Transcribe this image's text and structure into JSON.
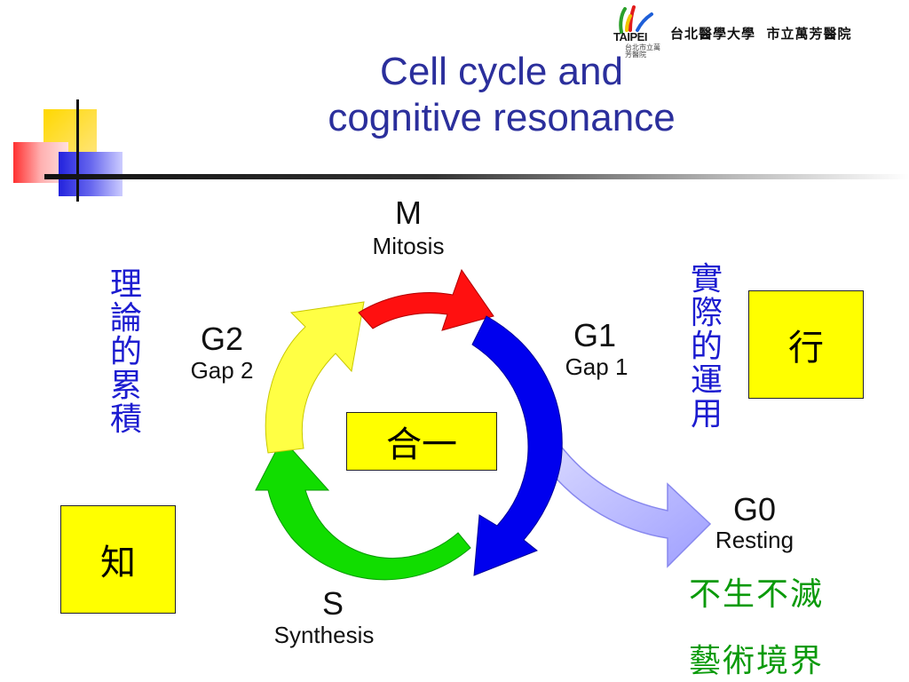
{
  "header": {
    "logo_text": "TAIPEI",
    "logo_subtext": "台北市立萬芳醫院",
    "affiliation": "台北醫學大學  市立萬芳醫院"
  },
  "title": {
    "line1": "Cell cycle and",
    "line2": "cognitive resonance"
  },
  "phases": {
    "m": {
      "code": "M",
      "name": "Mitosis"
    },
    "g1": {
      "code": "G1",
      "name": "Gap 1"
    },
    "g2": {
      "code": "G2",
      "name": "Gap 2"
    },
    "s": {
      "code": "S",
      "name": "Synthesis"
    },
    "g0": {
      "code": "G0",
      "name": "Resting"
    }
  },
  "arrow_colors": {
    "mitosis": "#ff0000",
    "g1": "#0000ee",
    "synthesis": "#11dd00",
    "g2": "#ffff33",
    "g0": "#a6a6ff"
  },
  "side_text": {
    "left_vertical": "理論的累積",
    "right_vertical": "實際的運用",
    "center_box": "合一",
    "left_box": "知",
    "right_box": "行",
    "g0_line1": "不生不滅",
    "g0_line2": "藝術境界"
  }
}
